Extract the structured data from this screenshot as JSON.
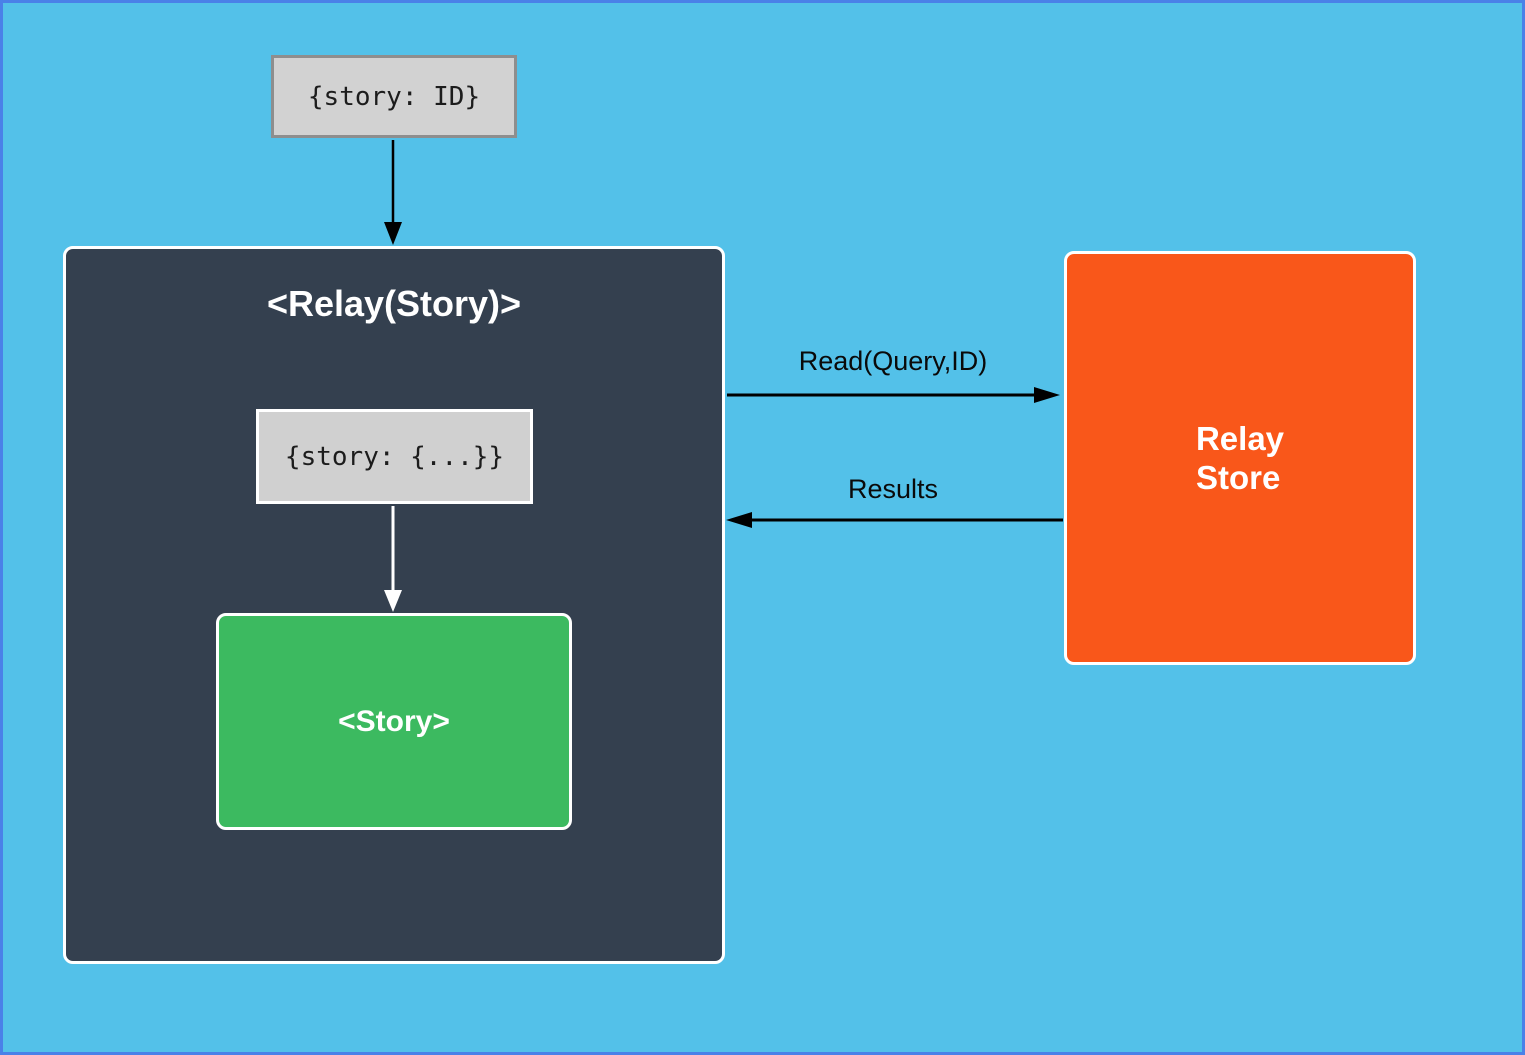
{
  "diagram": {
    "background_color": "#53c1e9",
    "frame_color": "#4a81e8",
    "nodes": {
      "story_id_box": {
        "label": "{story: ID}",
        "fill": "#d2d2d2",
        "border_color": "#8e8e8e"
      },
      "relay_component": {
        "title": "<Relay(Story)>",
        "fill": "#34404f",
        "border_color": "#ffffff"
      },
      "story_fragment_box": {
        "label": "{story: {...}}",
        "fill": "#d0d0d0",
        "border_color": "#ffffff"
      },
      "story_component": {
        "label": "<Story>",
        "fill": "#3cba60",
        "border_color": "#ffffff"
      },
      "relay_store": {
        "line1": "Relay",
        "line2": "Store",
        "fill": "#f9571a",
        "border_color": "#ffffff"
      }
    },
    "edges": {
      "id_to_relay": {
        "label": "",
        "color": "#000000"
      },
      "read_query": {
        "label": "Read(Query,ID)",
        "color": "#000000"
      },
      "results": {
        "label": "Results",
        "color": "#000000"
      },
      "fragment_to_story": {
        "label": "",
        "color": "#ffffff"
      }
    }
  }
}
